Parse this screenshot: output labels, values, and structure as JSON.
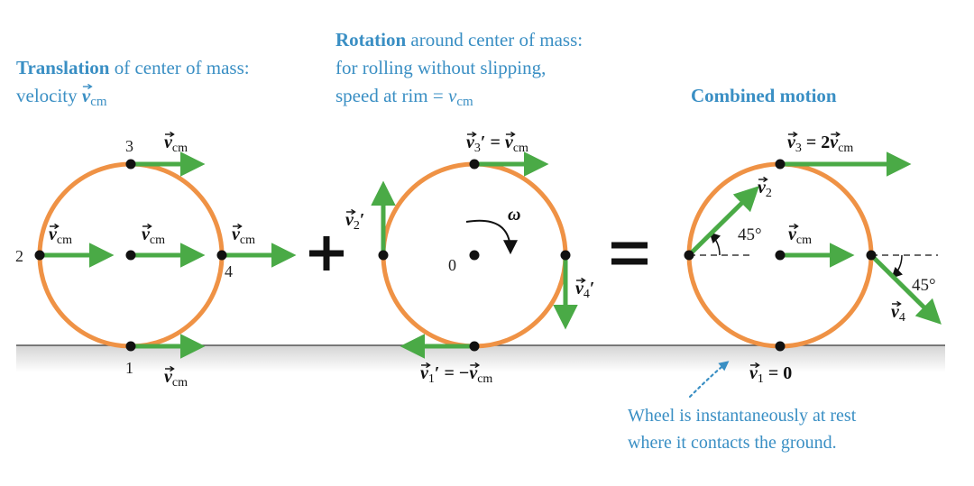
{
  "captions": {
    "translation": {
      "bold": "Translation",
      "rest": " of center of mass:",
      "line2": "velocity ",
      "line2_sym": "v",
      "line2_sub": "cm"
    },
    "rotation": {
      "bold": "Rotation",
      "rest": " around center of mass:",
      "line2": "for rolling without slipping,",
      "line3": "speed at rim = ",
      "line3_sym": "v",
      "line3_sub": "cm"
    },
    "combined": {
      "bold": "Combined motion"
    }
  },
  "operators": {
    "plus": "+",
    "equals": "="
  },
  "translation": {
    "points": {
      "p1": "1",
      "p2": "2",
      "p3": "3",
      "p4": "4"
    },
    "labels": {
      "v": "v",
      "sub": "cm"
    }
  },
  "rotation": {
    "omega": "ω",
    "center": "0",
    "v3": {
      "left": "v",
      "sub": "3",
      "prime": "′",
      "eq": " = ",
      "right": "v",
      "rsub": "cm"
    },
    "v2": {
      "v": "v",
      "sub": "2",
      "prime": "′"
    },
    "v4": {
      "v": "v",
      "sub": "4",
      "prime": "′"
    },
    "v1": {
      "left": "v",
      "sub": "1",
      "prime": "′",
      "eq": " = −",
      "right": "v",
      "rsub": "cm"
    }
  },
  "combined": {
    "v3": {
      "left": "v",
      "sub": "3",
      "eq": " = 2",
      "right": "v",
      "rsub": "cm"
    },
    "v2": {
      "v": "v",
      "sub": "2"
    },
    "vcm": {
      "v": "v",
      "sub": "cm"
    },
    "v4": {
      "v": "v",
      "sub": "4"
    },
    "v1": {
      "left": "v",
      "sub": "1",
      "eq": " = 0"
    },
    "angle_left": "45°",
    "angle_right": "45°"
  },
  "note": {
    "line1": "Wheel is instantaneously at rest",
    "line2": "where it contacts the ground."
  },
  "colors": {
    "wheel": "#ef9245",
    "arrow": "#4aaa46",
    "caption": "#3a8fc4",
    "ground_top": "#d4d4d4",
    "ground_bottom": "#ffffff"
  }
}
